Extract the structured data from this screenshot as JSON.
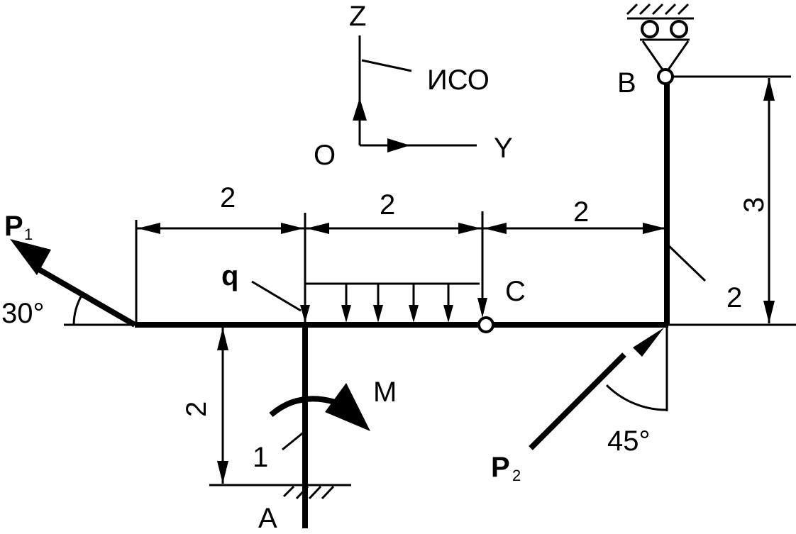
{
  "frame": {
    "axis_z": "Z",
    "axis_y": "Y",
    "origin": "O",
    "frame_name": "ИСО"
  },
  "forces": {
    "p1_letter": "P",
    "p1_sub": "1",
    "p1_angle": "30°",
    "p2_letter": "P",
    "p2_sub": "2",
    "p2_angle": "45°",
    "distributed_load": "q",
    "moment": "M"
  },
  "points": {
    "a": "A",
    "b": "B",
    "c": "C"
  },
  "dimensions": {
    "left_span": "2",
    "middle_span": "2",
    "right_span": "2",
    "vertical_bottom": "2",
    "vertical_right": "3"
  },
  "markers": {
    "section_1": "1",
    "section_2": "2"
  }
}
